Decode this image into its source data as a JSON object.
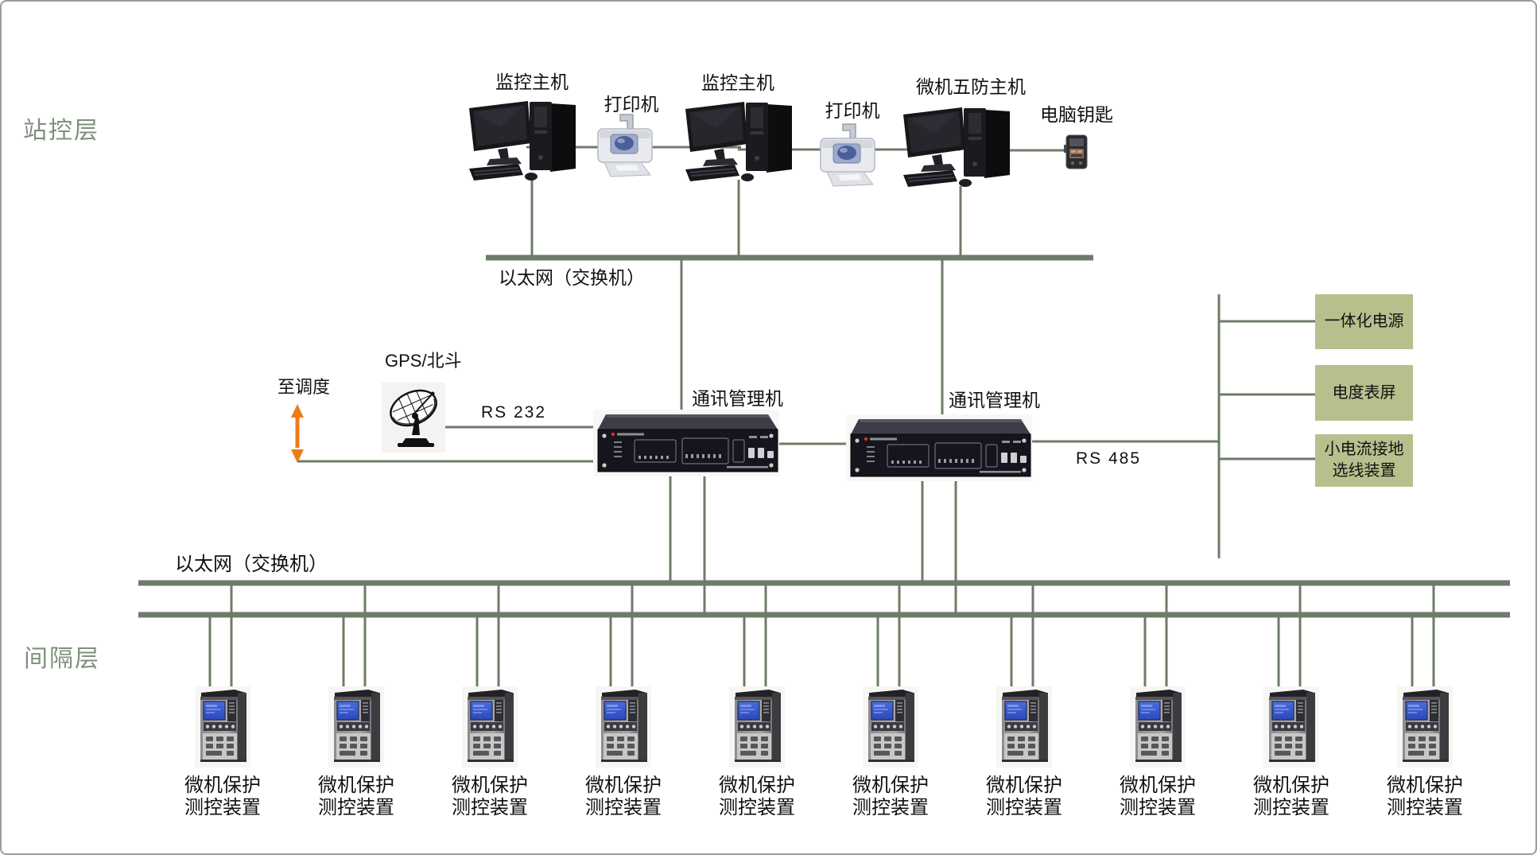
{
  "layers": {
    "station_label": "站控层",
    "bay_label": "间隔层"
  },
  "station": {
    "monitor_host_1": "监控主机",
    "printer_1": "打印机",
    "monitor_host_2": "监控主机",
    "printer_2": "打印机",
    "five_prevention_host": "微机五防主机",
    "computer_key": "电脑钥匙"
  },
  "network": {
    "ethernet_top_label": "以太网（交换机）",
    "ethernet_bottom_label": "以太网（交换机）",
    "rs232_label": "RS 232",
    "rs485_label": "RS 485"
  },
  "middle": {
    "to_dispatch_label": "至调度",
    "gps_label": "GPS/北斗",
    "comm_manager_1": "通讯管理机",
    "comm_manager_2": "通讯管理机"
  },
  "right_panels": [
    {
      "label": "一体化电源"
    },
    {
      "label": "电度表屏"
    },
    {
      "label_line1": "小电流接地",
      "label_line2": "选线装置"
    }
  ],
  "bay": {
    "device_label_line1": "微机保护",
    "device_label_line2": "测控装置",
    "device_count": 10
  },
  "colors": {
    "line_green": "#6c7c68",
    "layer_label_gray_green": "#7f907c",
    "panel_fill_sage": "#b8bf8d",
    "arrow_orange": "#ee7c18",
    "screen_blue": "#3355cc"
  }
}
